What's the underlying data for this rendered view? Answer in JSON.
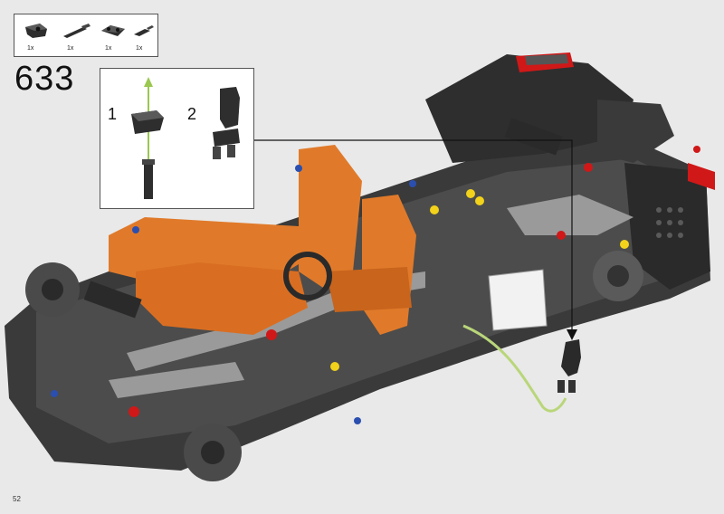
{
  "step": {
    "number": "633"
  },
  "parts": [
    {
      "qty": "1x",
      "icon": "angle-connector-icon"
    },
    {
      "qty": "1x",
      "icon": "axle-pin-icon"
    },
    {
      "qty": "1x",
      "icon": "double-connector-icon"
    },
    {
      "qty": "1x",
      "icon": "short-pin-icon"
    }
  ],
  "substeps": [
    {
      "label": "1"
    },
    {
      "label": "2"
    }
  ],
  "page": {
    "number": "52"
  },
  "colors": {
    "background": "#e9e9e9",
    "dark_grey": "#3a3a3a",
    "orange": "#e07a2a",
    "red": "#d01818",
    "yellow": "#f2d21a",
    "light_grey": "#9a9a9a",
    "blue": "#2a4fb0",
    "arrow_green": "#9ac850"
  }
}
